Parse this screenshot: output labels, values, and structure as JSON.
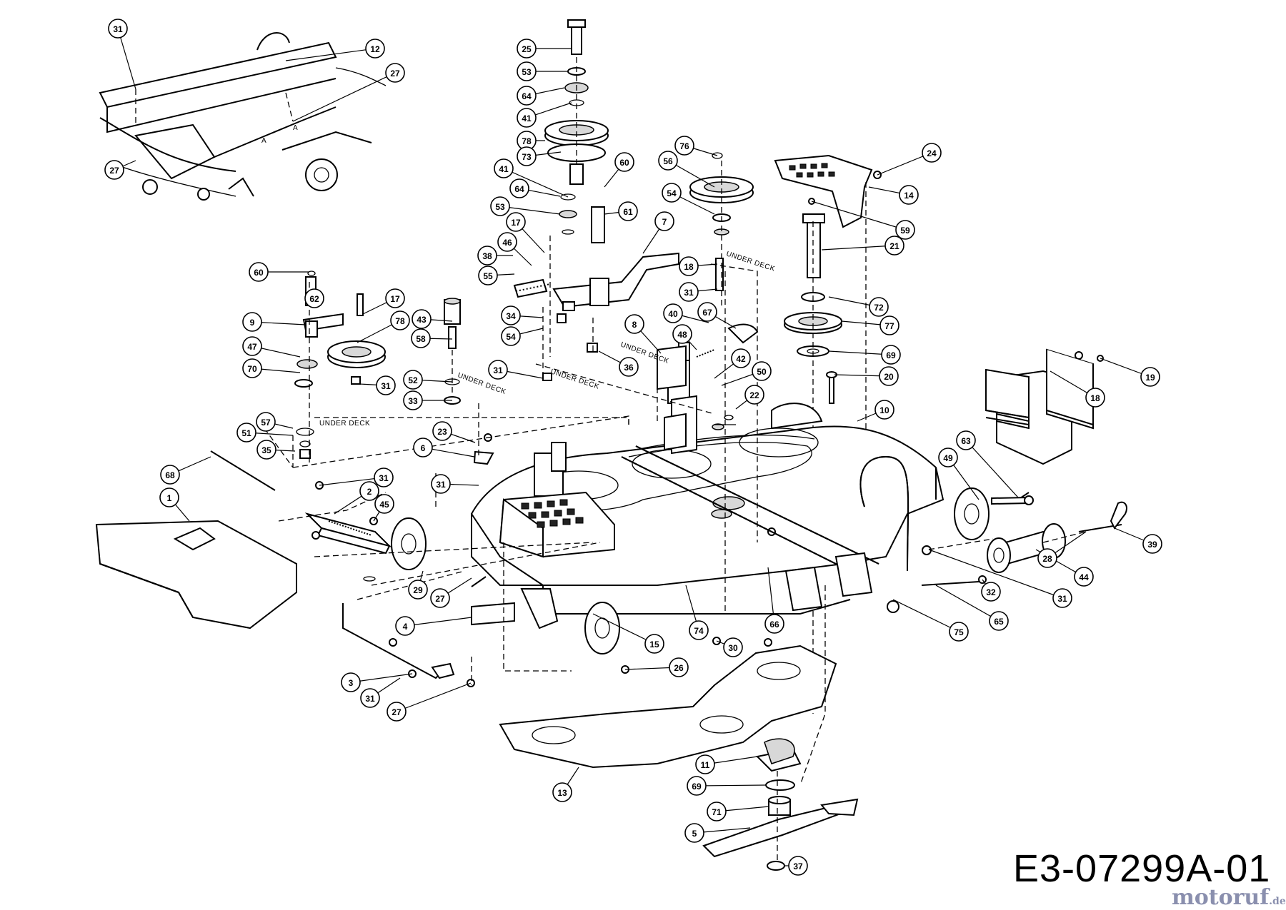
{
  "drawing_number": "E3-07299A-01",
  "watermark": {
    "brand": "motoruf",
    "tld": ".de"
  },
  "annotations": {
    "under_deck": "UNDER DECK",
    "detail_marker": "A"
  },
  "callouts": [
    "31",
    "12",
    "27",
    "27",
    "25",
    "53",
    "64",
    "41",
    "78",
    "73",
    "41",
    "64",
    "53",
    "60",
    "61",
    "17",
    "46",
    "38",
    "55",
    "7",
    "34",
    "54",
    "31",
    "76",
    "56",
    "54",
    "18",
    "31",
    "24",
    "14",
    "59",
    "21",
    "72",
    "77",
    "69",
    "20",
    "19",
    "18",
    "67",
    "40",
    "8",
    "48",
    "42",
    "50",
    "36",
    "22",
    "60",
    "62",
    "9",
    "17",
    "78",
    "43",
    "58",
    "47",
    "70",
    "31",
    "52",
    "33",
    "57",
    "51",
    "35",
    "23",
    "6",
    "68",
    "1",
    "31",
    "2",
    "45",
    "31",
    "10",
    "63",
    "49",
    "29",
    "27",
    "4",
    "15",
    "74",
    "30",
    "66",
    "75",
    "65",
    "32",
    "31",
    "44",
    "28",
    "39",
    "3",
    "31",
    "27",
    "26",
    "13",
    "11",
    "69",
    "71",
    "5",
    "37"
  ]
}
